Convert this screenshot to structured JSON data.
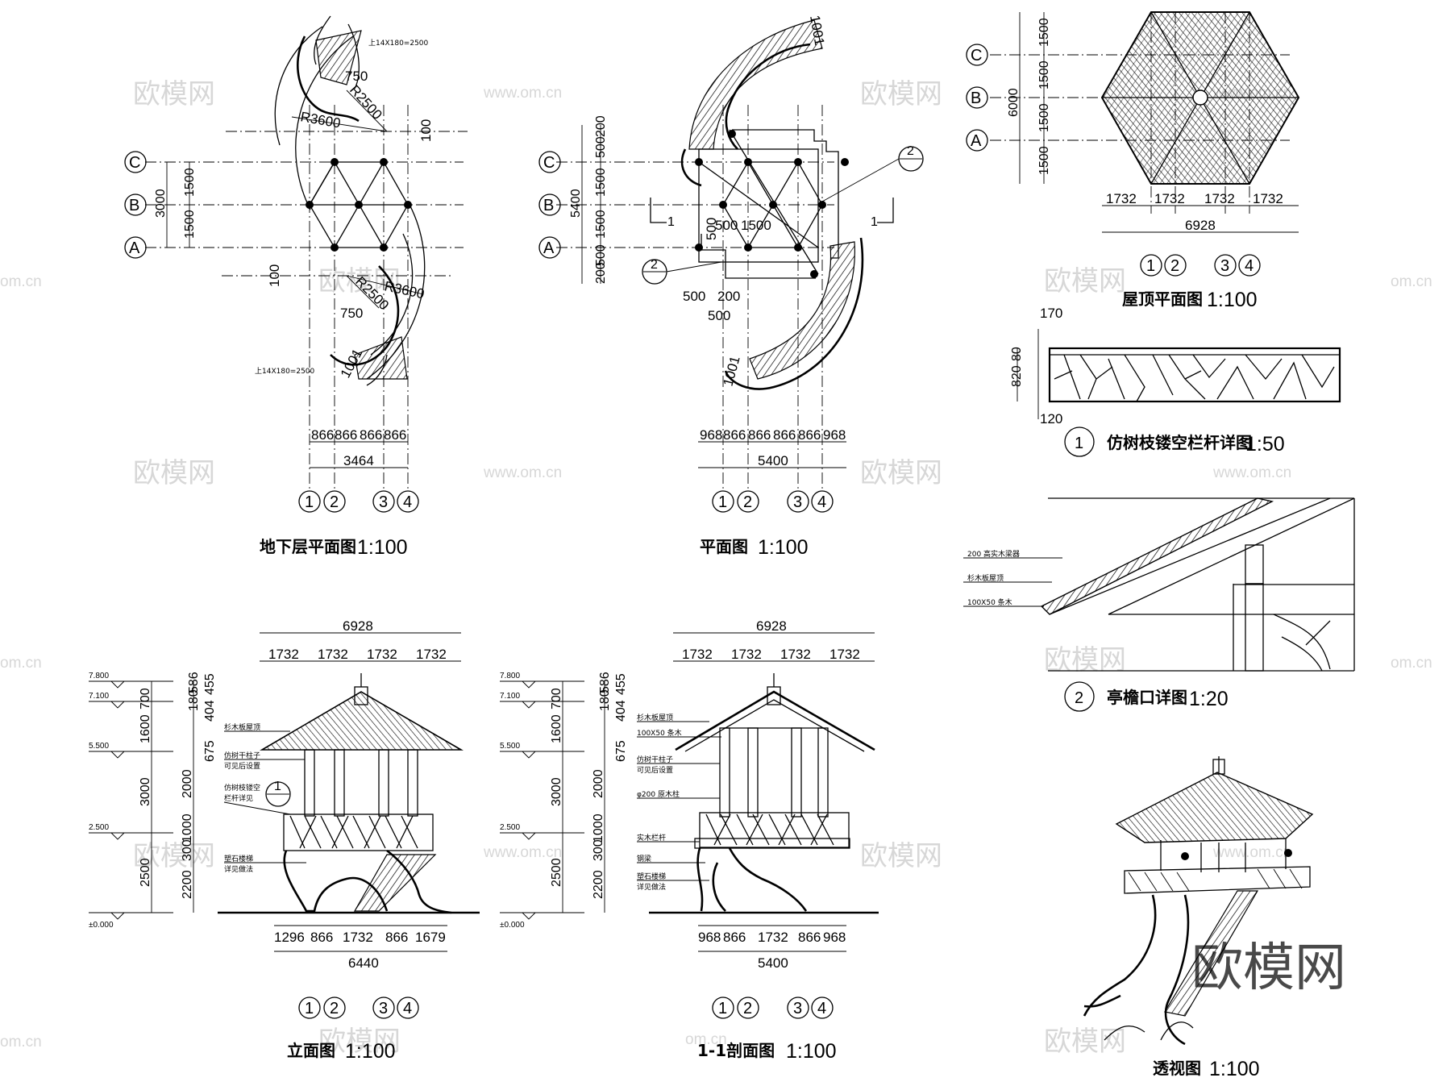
{
  "watermarks": {
    "brand": "欧模网",
    "site": "www.om.cn",
    "site_short": "om.cn"
  },
  "grid_axes": {
    "rows": [
      "C",
      "B",
      "A"
    ],
    "cols": [
      "1",
      "2",
      "3",
      "4"
    ]
  },
  "basement_plan": {
    "title": "地下层平面图",
    "scale": "1:100",
    "dims_bottom": [
      "866",
      "866",
      "866",
      "866"
    ],
    "total_bottom": "3464",
    "dims_left": [
      "1500",
      "1500"
    ],
    "total_left": "3000",
    "radius_outer": "R3600",
    "radius_inner": "R2500",
    "offset_750": "750",
    "offset_100": "100",
    "step_width": "1001",
    "stair_note": "上14X180=2500"
  },
  "floor_plan": {
    "title": "平面图",
    "scale": "1:100",
    "dims_bottom": [
      "968",
      "866",
      "866",
      "866",
      "866",
      "968"
    ],
    "total_bottom": "5400",
    "dims_left": [
      "200",
      "500",
      "1500",
      "1500",
      "500",
      "200"
    ],
    "total_left": "5400",
    "inner_dims": [
      "500",
      "1500",
      "500"
    ],
    "below_dims": [
      "500",
      "200",
      "500"
    ],
    "step_width": "1001",
    "section_mark": "1",
    "callout_2": "2"
  },
  "roof_plan": {
    "title": "屋顶平面图",
    "scale": "1:100",
    "dims_bottom": [
      "1732",
      "1732",
      "1732",
      "1732"
    ],
    "total_bottom": "6928",
    "dims_left": [
      "1500",
      "1500",
      "1500",
      "1500"
    ],
    "total_left": "6000"
  },
  "railing_detail": {
    "number": "1",
    "title": "仿树枝镂空栏杆详图",
    "scale": "1:50",
    "dims": [
      "170",
      "80",
      "820",
      "120"
    ]
  },
  "eave_detail": {
    "number": "2",
    "title": "亭檐口详图",
    "scale": "1:20",
    "notes": [
      "200 高实木梁器",
      "杉木板屋顶",
      "100X50 条木"
    ]
  },
  "elevation": {
    "title": "立面图",
    "scale": "1:100",
    "top_total": "6928",
    "top_dims": [
      "1732",
      "1732",
      "1732",
      "1732"
    ],
    "bottom_dims": [
      "1296",
      "866",
      "1732",
      "866",
      "1679"
    ],
    "bottom_total": "6440",
    "levels": [
      "7.800",
      "7.100",
      "5.500",
      "2.500",
      "±0.000"
    ],
    "left_dims": [
      "700",
      "1600",
      "3000",
      "2500"
    ],
    "right_dims": [
      "2000",
      "1000",
      "300",
      "2200"
    ],
    "top_small": [
      "586",
      "180",
      "675",
      "404",
      "455"
    ],
    "notes": [
      "杉木板屋顶",
      "仿树干柱子",
      "可见后设置",
      "仿树枝镂空",
      "栏杆详见",
      "塑石楼梯",
      "详见做法"
    ],
    "callout": "1"
  },
  "section": {
    "title": "1-1剖面图",
    "scale": "1:100",
    "top_total": "6928",
    "top_dims": [
      "1732",
      "1732",
      "1732",
      "1732"
    ],
    "bottom_dims": [
      "968",
      "866",
      "1732",
      "866",
      "968"
    ],
    "bottom_total": "5400",
    "levels": [
      "7.800",
      "7.100",
      "5.500",
      "2.500",
      "±0.000"
    ],
    "left_dims": [
      "700",
      "1600",
      "3000",
      "2500"
    ],
    "right_dims": [
      "2000",
      "1000",
      "300",
      "2200"
    ],
    "top_small": [
      "586",
      "180",
      "675",
      "404",
      "455"
    ],
    "notes": [
      "杉木板屋顶",
      "100X50 条木",
      "仿树干柱子",
      "可见后设置",
      "φ200 原木柱",
      "实木栏杆",
      "钢梁",
      "塑石楼梯",
      "详见做法"
    ]
  },
  "perspective": {
    "title": "透视图",
    "scale": "1:100"
  }
}
